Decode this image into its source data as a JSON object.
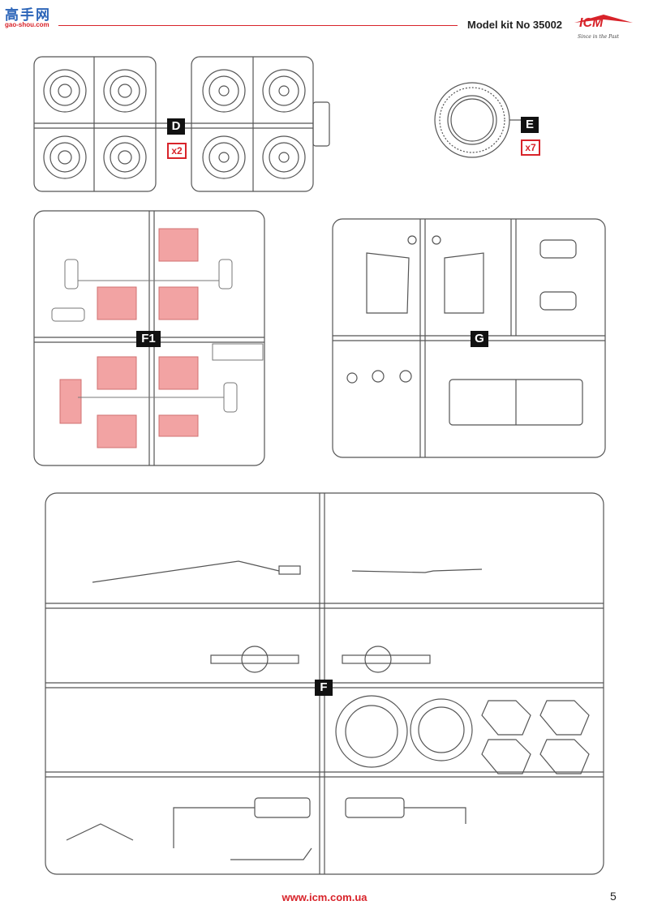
{
  "header": {
    "site_logo_text": "高手网",
    "site_logo_url": "gao-shou.com",
    "model_kit": "Model kit No 35002",
    "brand": "ICM",
    "brand_tagline": "Since in the Past"
  },
  "sprues": {
    "d": {
      "label": "D",
      "multiplier": "x2"
    },
    "e": {
      "label": "E",
      "multiplier": "x7"
    },
    "f1": {
      "label": "F1"
    },
    "g": {
      "label": "G"
    },
    "f": {
      "label": "F"
    }
  },
  "footer": {
    "url": "www.icm.com.ua",
    "page_number": "5"
  },
  "colors": {
    "accent_red": "#d8232a",
    "pink_fill": "#f2a3a3",
    "line": "#555555"
  }
}
